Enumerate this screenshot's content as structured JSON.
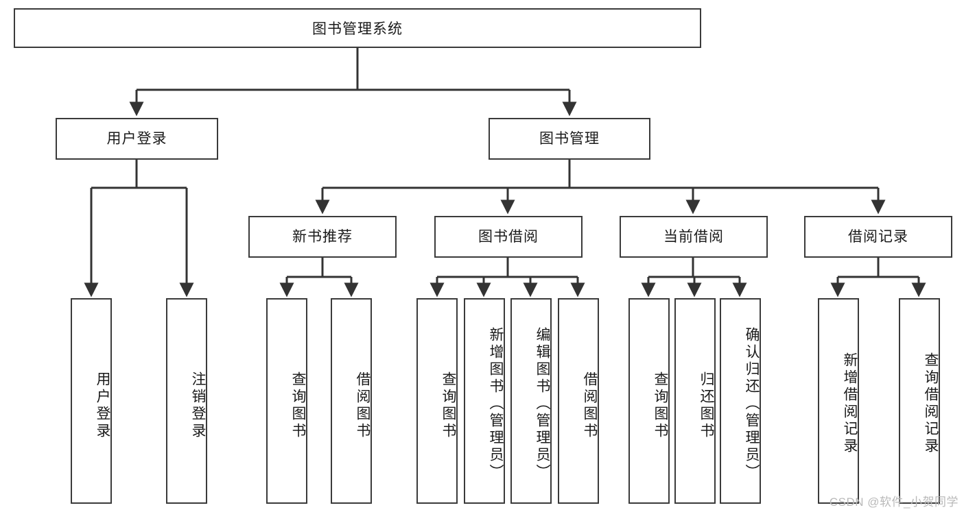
{
  "diagram": {
    "type": "tree-hierarchy",
    "title": "图书管理系统",
    "watermark": "CSDN @软件_小贺同学",
    "colors": {
      "background": "#ffffff",
      "node_border": "#3a3a3a",
      "node_fill": "#ffffff",
      "edge": "#333333",
      "text": "#1a1a1a",
      "watermark": "#b9b9b9"
    },
    "root": {
      "label": "图书管理系统"
    },
    "level2": [
      {
        "label": "用户登录"
      },
      {
        "label": "图书管理"
      }
    ],
    "level3": [
      {
        "label": "新书推荐"
      },
      {
        "label": "图书借阅"
      },
      {
        "label": "当前借阅"
      },
      {
        "label": "借阅记录"
      }
    ],
    "leaves": {
      "user_login": [
        {
          "label": "用户登录"
        },
        {
          "label": "注销登录"
        }
      ],
      "new_book": [
        {
          "label": "查询图书"
        },
        {
          "label": "借阅图书"
        }
      ],
      "book_borrow": [
        {
          "label": "查询图书"
        },
        {
          "label": "新增图书（管理员）"
        },
        {
          "label": "编辑图书（管理员）"
        },
        {
          "label": "借阅图书"
        }
      ],
      "current_borrow": [
        {
          "label": "查询图书"
        },
        {
          "label": "归还图书"
        },
        {
          "label": "确认归还（管理员）"
        }
      ],
      "borrow_record": [
        {
          "label": "新增借阅记录"
        },
        {
          "label": "查询借阅记录"
        }
      ]
    }
  }
}
